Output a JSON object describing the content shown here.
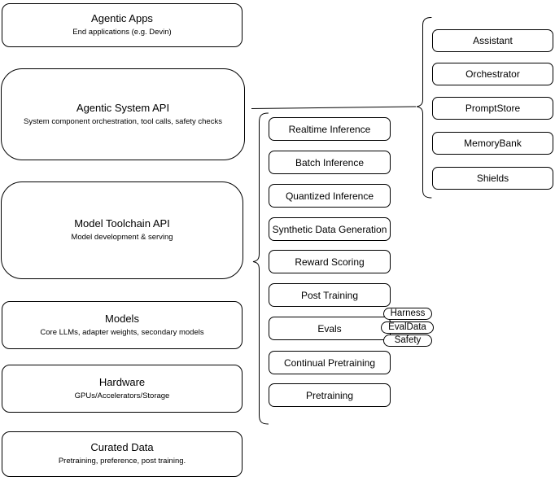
{
  "diagram": {
    "colors": {
      "stroke": "#000000",
      "background": "#ffffff"
    },
    "stack": [
      {
        "title": "Agentic Apps",
        "subtitle": "End applications (e.g. Devin)"
      },
      {
        "title": "Agentic System API",
        "subtitle": "System component orchestration, tool calls, safety checks"
      },
      {
        "title": "Model Toolchain API",
        "subtitle": "Model development & serving"
      },
      {
        "title": "Models",
        "subtitle": "Core LLMs, adapter weights, secondary models"
      },
      {
        "title": "Hardware",
        "subtitle": "GPUs/Accelerators/Storage"
      },
      {
        "title": "Curated Data",
        "subtitle": "Pretraining, preference, post training."
      }
    ],
    "toolchain_services": [
      "Realtime Inference",
      "Batch Inference",
      "Quantized Inference",
      "Synthetic Data Generation",
      "Reward Scoring",
      "Post Training",
      "Evals",
      "Continual Pretraining",
      "Pretraining"
    ],
    "eval_tags": [
      "Harness",
      "EvalData",
      "Safety"
    ],
    "system_components": [
      "Assistant",
      "Orchestrator",
      "PromptStore",
      "MemoryBank",
      "Shields"
    ]
  }
}
